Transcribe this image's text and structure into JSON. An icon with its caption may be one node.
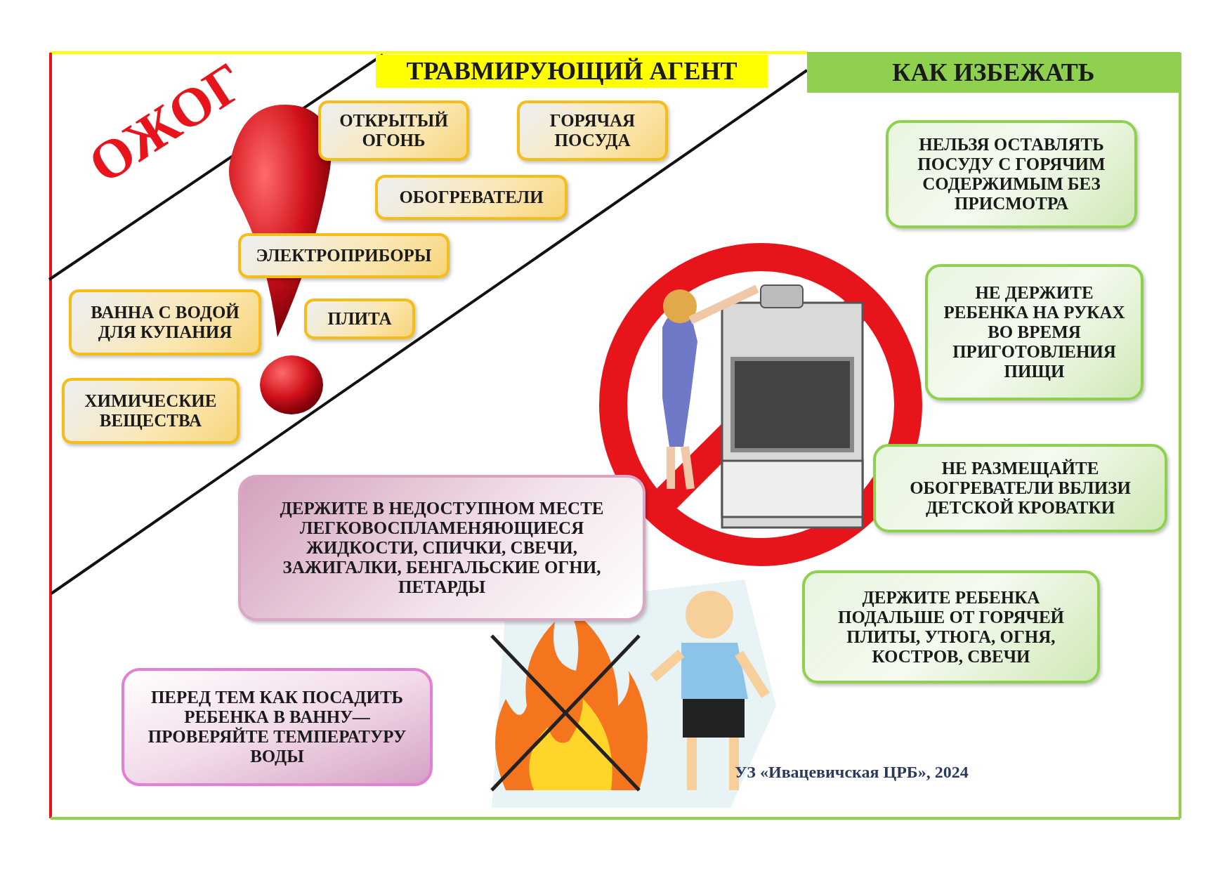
{
  "diagram": {
    "title": "ОЖОГ",
    "nodes": [
      {
        "text": [
          "ТРАВМИРУЮЩИЙ АГЕНТ"
        ]
      },
      {
        "text": [
          "ОТКРЫТЫЙ ОГОНЬ"
        ]
      },
      {
        "text": [
          "ГОРЯЧАЯ ПОСУДА"
        ]
      },
      {
        "text": [
          "ОБОГРЕВАТЕЛИ"
        ]
      },
      {
        "text": [
          "ЭЛЕКТРОПРИБОРЫ"
        ]
      },
      {
        "text": [
          "ВАННА С ВОДОЙ ДЛЯ КУПАНИЯ"
        ]
      },
      {
        "text": [
          "ПЛИТА"
        ]
      },
      {
        "text": [
          "ХИМИЧЕСКИЕ ВЕЩЕСТВА"
        ]
      },
      {
        "text": [
          "КАК ИЗБЕЖАТЬ"
        ]
      },
      {
        "text": [
          "НЕЛЬЗЯ ОСТАВЛЯТЬ ПОСУДУ С ГОРЯЧИМ СОДЕРЖИМЫМ БЕЗ ПРИСМОТРА"
        ]
      },
      {
        "text": [
          "НЕ ДЕРЖИТЕ РЕБЕНКА НА РУКАХ ВО ВРЕМЯ ПРИГОТОВЛЕНИЯ ПИЩИ"
        ]
      },
      {
        "text": [
          "НЕ РАЗМЕЩАЙТЕ ОБОГРЕВАТЕЛИ ВБЛИЗИ ДЕТСКОЙ КРОВАТКИ"
        ]
      },
      {
        "text": [
          "ДЕРЖИТЕ В НЕДОСТУПНОМ МЕСТЕ ЛЕГКОВОСПЛАМЕНЯЮЩИЕСЯ ЖИДКОСТИ, СПИЧКИ, СВЕЧИ, ЗАЖИГАЛКИ, БЕНГАЛЬСКИЕ ОГНИ, ПЕТАРДЫ"
        ]
      },
      {
        "text": [
          "ДЕРЖИТЕ РЕБЕНКА ПОДАЛЬШЕ ОТ ГОРЯЧЕЙ ПЛИТЫ, УТЮГА, ОГНЯ, КОСТРОВ, СВЕЧИ"
        ]
      },
      {
        "text": [
          "ПЕРЕД ТЕМ КАК ПОСАДИТЬ РЕБЕНКА В ВАННУ— ПРОВЕРЯЙТЕ ТЕМПЕРАТУРУ ВОДЫ"
        ]
      }
    ],
    "edges": [],
    "labels": [
      "УЗ «Ивацевичская ЦРБ», 2024"
    ]
  }
}
